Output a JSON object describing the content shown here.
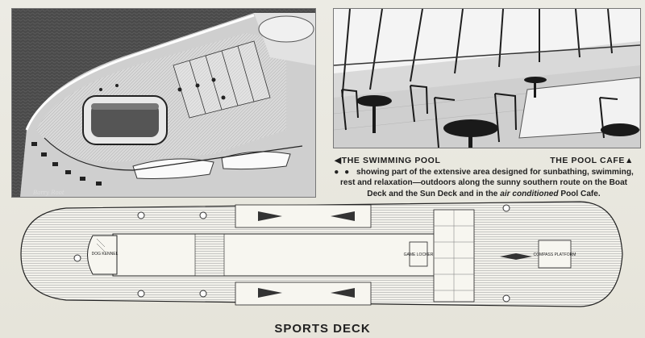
{
  "pool_photo": {
    "signature": "Barry Root"
  },
  "captions": {
    "left_title": "THE SWIMMING POOL",
    "right_title": "THE POOL CAFE",
    "bullets": "● ●",
    "text_part1": "showing part of the extensive area designed for sunbathing, swimming, rest and relaxation—outdoors along the sunny southern route on the Boat Deck and the Sun Deck and in the",
    "text_emph": "air conditioned",
    "text_part2": "Pool Cafe."
  },
  "deck_plan": {
    "title": "SPORTS DECK",
    "labels": {
      "dog_kennel": "DOG KENNEL",
      "game_locker": "GAME LOCKER",
      "compass_platform": "COMPASS PLATFORM"
    }
  },
  "icons": {
    "left_arrow": "arrow-left-icon",
    "up_arrow": "arrow-up-icon"
  },
  "colors": {
    "paper": "#e9e6dc",
    "ink": "#1d1d1d",
    "photo_dark": "#3c3c3c"
  }
}
